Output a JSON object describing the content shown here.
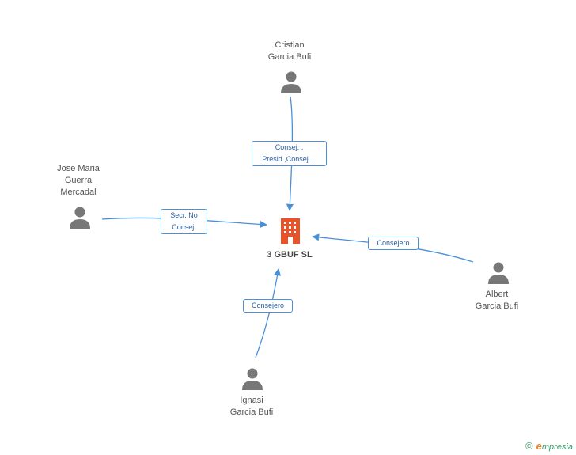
{
  "company": {
    "name": "3 GBUF SL",
    "icon": "building-icon",
    "color": "#e8542a"
  },
  "people": [
    {
      "id": "cristian",
      "lines": [
        "Cristian",
        "Garcia Bufi"
      ],
      "icon": "person-icon"
    },
    {
      "id": "jose",
      "lines": [
        "Jose Maria",
        "Guerra",
        "Mercadal"
      ],
      "icon": "person-icon"
    },
    {
      "id": "albert",
      "lines": [
        "Albert",
        "Garcia Bufi"
      ],
      "icon": "person-icon"
    },
    {
      "id": "ignasi",
      "lines": [
        "Ignasi",
        "Garcia Bufi"
      ],
      "icon": "person-icon"
    }
  ],
  "relations": [
    {
      "from": "cristian",
      "label": [
        "Consej. ,",
        "Presid.,Consej...."
      ]
    },
    {
      "from": "jose",
      "label": [
        "Secr.  No",
        "Consej."
      ]
    },
    {
      "from": "albert",
      "label": [
        "Consejero"
      ]
    },
    {
      "from": "ignasi",
      "label": [
        "Consejero"
      ]
    }
  ],
  "footer": {
    "copyright": "©",
    "brand_first": "e",
    "brand_rest": "mpresia"
  },
  "colors": {
    "edge": "#4a90d9",
    "person": "#777777",
    "company": "#e8542a"
  }
}
